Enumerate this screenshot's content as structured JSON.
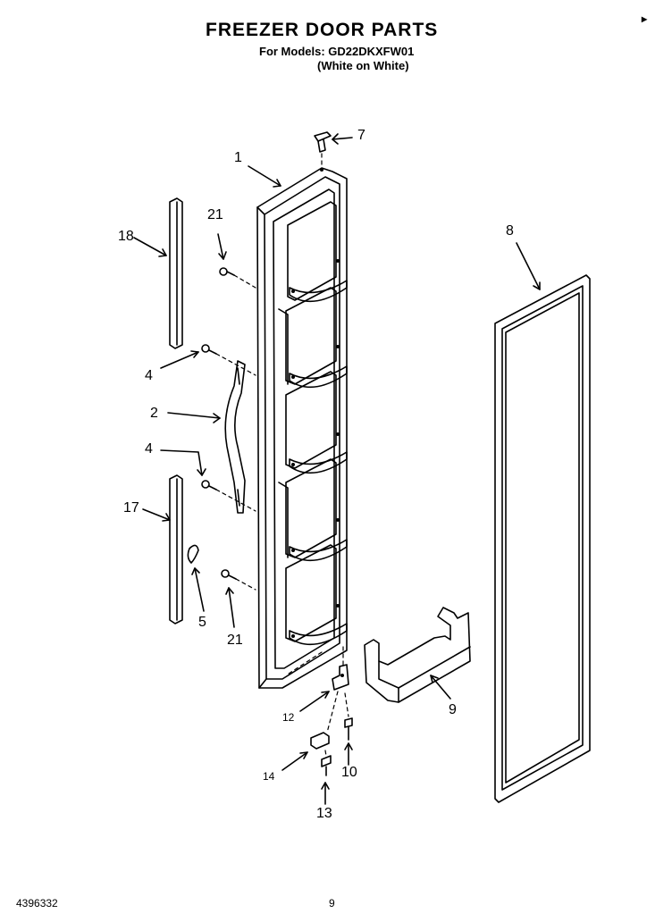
{
  "header": {
    "title": "FREEZER DOOR PARTS",
    "models_line": "For Models: GD22DKXFW01",
    "color_line": "(White on White)"
  },
  "callouts": [
    {
      "id": "c1",
      "label": "1"
    },
    {
      "id": "c2",
      "label": "2"
    },
    {
      "id": "c4a",
      "label": "4"
    },
    {
      "id": "c4b",
      "label": "4"
    },
    {
      "id": "c5",
      "label": "5"
    },
    {
      "id": "c7",
      "label": "7"
    },
    {
      "id": "c8",
      "label": "8"
    },
    {
      "id": "c9",
      "label": "9"
    },
    {
      "id": "c10",
      "label": "10"
    },
    {
      "id": "c12",
      "label": "12"
    },
    {
      "id": "c13",
      "label": "13"
    },
    {
      "id": "c14",
      "label": "14"
    },
    {
      "id": "c17",
      "label": "17"
    },
    {
      "id": "c18",
      "label": "18"
    },
    {
      "id": "c21a",
      "label": "21"
    },
    {
      "id": "c21b",
      "label": "21"
    }
  ],
  "footer": {
    "doc_number": "4396332",
    "page_number": "9"
  }
}
